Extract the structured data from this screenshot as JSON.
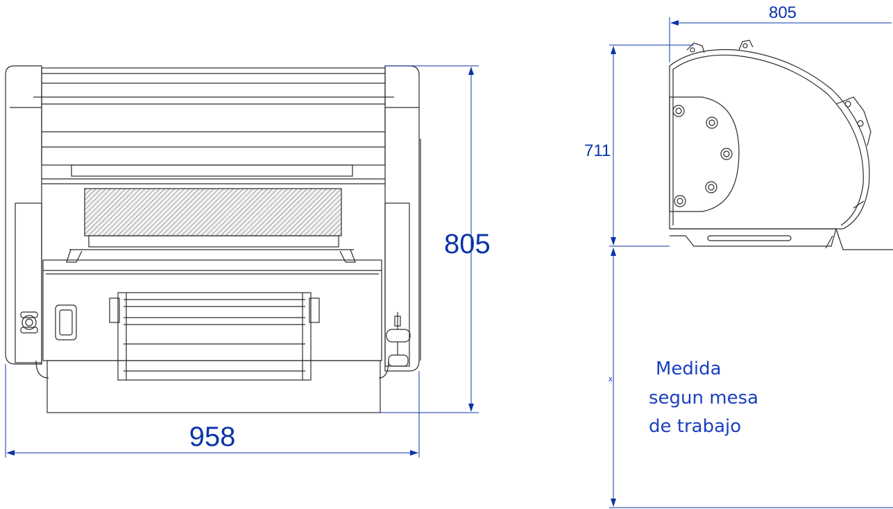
{
  "front_view": {
    "width_dim": "958",
    "height_dim": "805"
  },
  "side_view": {
    "depth_dim": "805",
    "height_dim": "711",
    "table_dim_marker": "x",
    "note_lines": [
      "Medida",
      "segun mesa",
      "de trabajo"
    ]
  },
  "colors": {
    "dimension": "#0b34a8",
    "drawing": "#2a2a2a"
  }
}
